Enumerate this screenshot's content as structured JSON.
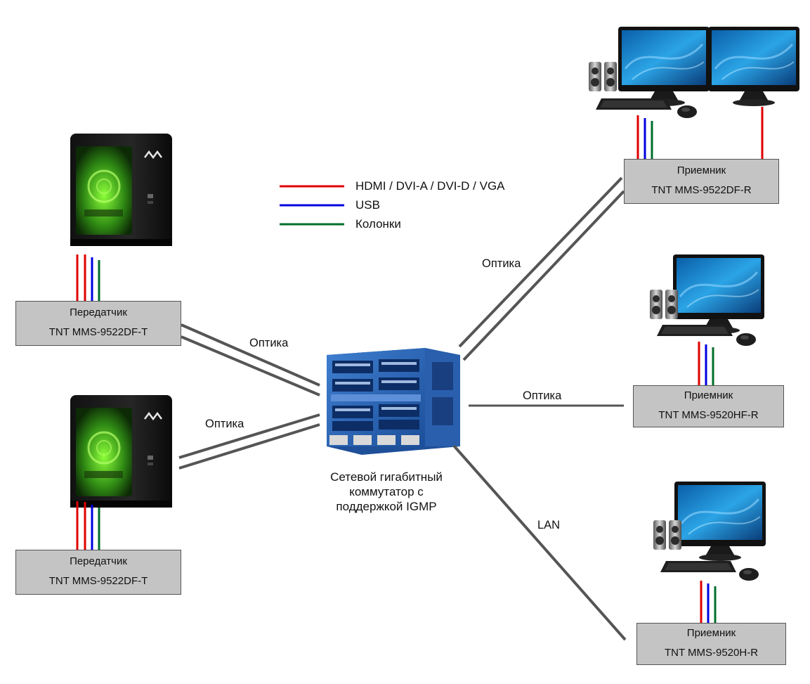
{
  "colors": {
    "video": "#e00000",
    "usb": "#0000e0",
    "audio": "#006f2c",
    "link": "#555555",
    "box_fill": "#c4c4c4"
  },
  "legend": {
    "video": "HDMI / DVI-A / DVI-D / VGA",
    "usb": "USB",
    "audio": "Колонки"
  },
  "transmitters": [
    {
      "title": "Передатчик",
      "model": "TNT MMS-9522DF-T"
    },
    {
      "title": "Передатчик",
      "model": "TNT MMS-9522DF-T"
    }
  ],
  "receivers": [
    {
      "title": "Приемник",
      "model": "TNT MMS-9522DF-R"
    },
    {
      "title": "Приемник",
      "model": "TNT MMS-9520HF-R"
    },
    {
      "title": "Приемник",
      "model": "TNT MMS-9520H-R"
    }
  ],
  "links": {
    "tx1": "Оптика",
    "tx2": "Оптика",
    "rx1": "Оптика",
    "rx2": "Оптика",
    "rx3": "LAN"
  },
  "switch": {
    "caption_line1": "Сетевой гигабитный",
    "caption_line2": "коммутатор с",
    "caption_line3": "поддержкой IGMP"
  },
  "icons": [
    "pc-tower-icon",
    "network-switch-icon",
    "monitor-icon",
    "speakers-icon",
    "keyboard-icon",
    "mouse-icon"
  ]
}
